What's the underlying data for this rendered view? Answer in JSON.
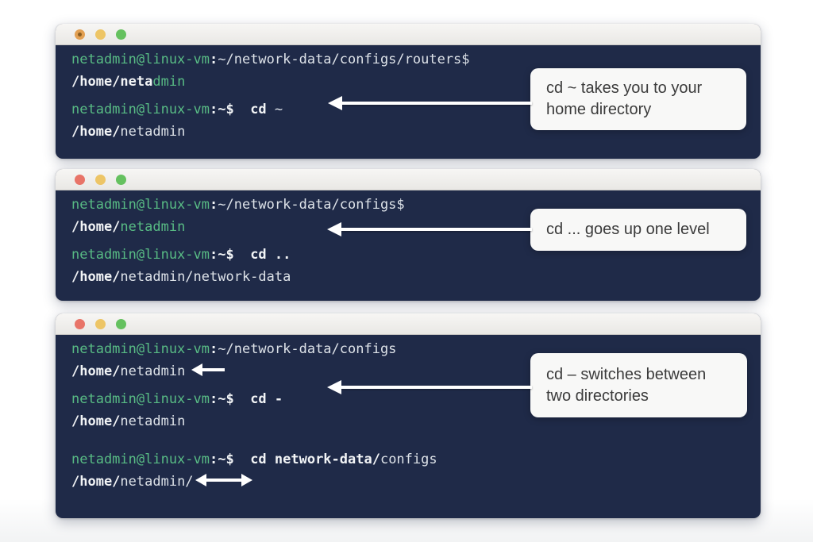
{
  "colors": {
    "terminal_bg": "#1f2a48",
    "titlebar_bg": "#f2f1ef",
    "prompt_green": "#58bb84",
    "text_bright": "#f2f4f6",
    "text_plain": "#dde2e8",
    "callout_bg": "#f8f8f7",
    "callout_text": "#3b3b3b",
    "arrow_white": "#ffffff",
    "btn_red": "#e87468",
    "btn_yellow": "#edc566",
    "btn_green": "#65c15f",
    "btn_orange": "#e2a053"
  },
  "callouts": [
    {
      "text": "cd ~ takes you to your home directory"
    },
    {
      "text": "cd ... goes up one level"
    },
    {
      "text": "cd – switches between two directories"
    }
  ],
  "terminals": [
    {
      "id": "terminal-1",
      "lines": [
        {
          "segments": [
            {
              "t": "netadmin@linux-vm",
              "s": "green"
            },
            {
              "t": ":",
              "s": "bold"
            },
            {
              "t": "~/network-data/configs/routers$",
              "s": "plain"
            }
          ]
        },
        {
          "segments": [
            {
              "t": "/home/neta",
              "s": "bold"
            },
            {
              "t": "dmin",
              "s": "green"
            }
          ]
        },
        {
          "spacing": "gap-sm",
          "segments": [
            {
              "t": "netadmin@linux-vm",
              "s": "green"
            },
            {
              "t": ":~$  ",
              "s": "bold"
            },
            {
              "t": "cd ",
              "s": "bold"
            },
            {
              "t": "~",
              "s": "plain"
            }
          ]
        },
        {
          "segments": [
            {
              "t": "/home/",
              "s": "bold"
            },
            {
              "t": "netadmin",
              "s": "plain"
            }
          ]
        }
      ]
    },
    {
      "id": "terminal-2",
      "lines": [
        {
          "segments": [
            {
              "t": "netadmin@linux-vm",
              "s": "green"
            },
            {
              "t": ":",
              "s": "bold"
            },
            {
              "t": "~/network-data/configs$",
              "s": "plain"
            }
          ]
        },
        {
          "segments": [
            {
              "t": "/home/",
              "s": "bold"
            },
            {
              "t": "netadmin",
              "s": "green"
            }
          ]
        },
        {
          "spacing": "gap-sm",
          "segments": [
            {
              "t": "netadmin@linux-vm",
              "s": "green"
            },
            {
              "t": ":~$  ",
              "s": "bold"
            },
            {
              "t": "cd ..",
              "s": "bold"
            }
          ]
        },
        {
          "segments": [
            {
              "t": "/home/",
              "s": "bold"
            },
            {
              "t": "netadmin/network-data",
              "s": "plain"
            }
          ]
        }
      ]
    },
    {
      "id": "terminal-3",
      "lines": [
        {
          "segments": [
            {
              "t": "netadmin@linux-vm",
              "s": "green"
            },
            {
              "t": ":",
              "s": "bold"
            },
            {
              "t": "~/network-data/configs",
              "s": "plain"
            }
          ]
        },
        {
          "icon": "icon-arrow-left",
          "icon_name": "left-arrow-icon",
          "segments": [
            {
              "t": "/home/",
              "s": "bold"
            },
            {
              "t": "netadmin",
              "s": "plain"
            }
          ]
        },
        {
          "spacing": "gap-sm",
          "segments": [
            {
              "t": "netadmin@linux-vm",
              "s": "green"
            },
            {
              "t": ":~$  ",
              "s": "bold"
            },
            {
              "t": "cd -",
              "s": "bold"
            }
          ]
        },
        {
          "segments": [
            {
              "t": "/home/",
              "s": "bold"
            },
            {
              "t": "netadmin",
              "s": "plain"
            }
          ]
        },
        {
          "spacing": "gap-lg",
          "segments": [
            {
              "t": "netadmin@linux-vm",
              "s": "green"
            },
            {
              "t": ":~$  ",
              "s": "bold"
            },
            {
              "t": "cd network-data/",
              "s": "bold"
            },
            {
              "t": "configs",
              "s": "plain"
            }
          ]
        },
        {
          "icon": "icon-arrow-double",
          "icon_name": "double-arrow-icon",
          "segments": [
            {
              "t": "/home/",
              "s": "bold"
            },
            {
              "t": "netadmin/",
              "s": "plain"
            }
          ]
        }
      ]
    }
  ]
}
